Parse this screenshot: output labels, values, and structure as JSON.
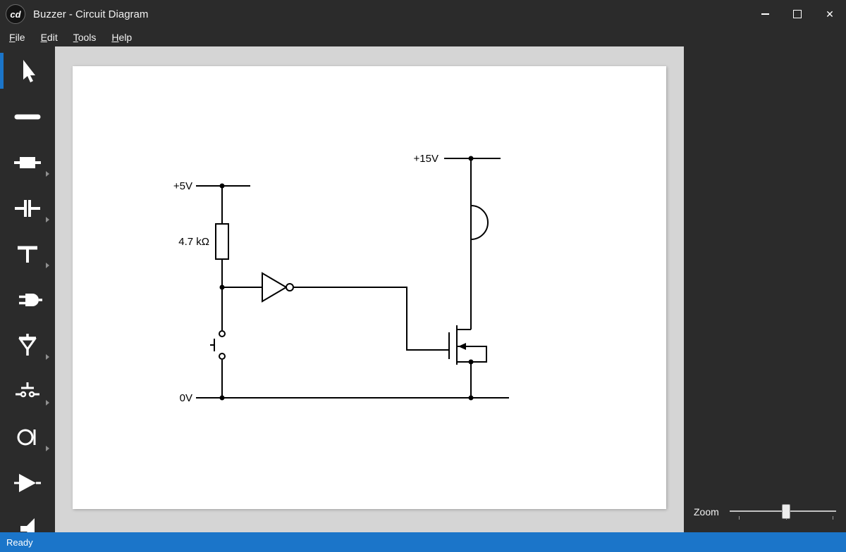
{
  "window": {
    "title": "Buzzer - Circuit Diagram",
    "logo": "cd",
    "controls": {
      "close_glyph": "✕"
    }
  },
  "menu": {
    "items": [
      {
        "accel": "F",
        "rest": "ile"
      },
      {
        "accel": "E",
        "rest": "dit"
      },
      {
        "accel": "T",
        "rest": "ools"
      },
      {
        "accel": "H",
        "rest": "elp"
      }
    ]
  },
  "toolbar": {
    "tools": [
      {
        "name": "select",
        "dropdown": false,
        "selected": true
      },
      {
        "name": "wire",
        "dropdown": false,
        "selected": false
      },
      {
        "name": "resistor",
        "dropdown": true,
        "selected": false
      },
      {
        "name": "capacitor",
        "dropdown": true,
        "selected": false
      },
      {
        "name": "rail",
        "dropdown": true,
        "selected": false
      },
      {
        "name": "plug",
        "dropdown": false,
        "selected": false
      },
      {
        "name": "zener-diode",
        "dropdown": true,
        "selected": false
      },
      {
        "name": "push-switch",
        "dropdown": true,
        "selected": false
      },
      {
        "name": "microphone",
        "dropdown": true,
        "selected": false
      },
      {
        "name": "amplifier",
        "dropdown": false,
        "selected": false
      },
      {
        "name": "speaker",
        "dropdown": false,
        "selected": false
      }
    ]
  },
  "circuit": {
    "labels": {
      "supply_left": "+5V",
      "resistor_value": "4.7 kΩ",
      "supply_right": "+15V",
      "ground": "0V"
    }
  },
  "zoom": {
    "label": "Zoom",
    "thumb_position_percent": 53
  },
  "status": {
    "text": "Ready"
  },
  "colors": {
    "accent_blue": "#1b75c9",
    "chrome_dark": "#2b2b2b",
    "canvas_gray": "#d5d5d5"
  }
}
